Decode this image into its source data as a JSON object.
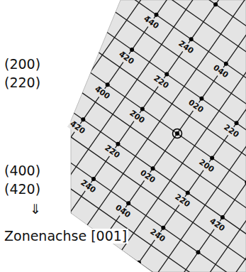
{
  "diagram": {
    "labels": [
      "(200)",
      "(220)",
      "(400)",
      "(420)",
      "⇓",
      "Zonenachse [001]",
      "4̅40",
      "2̅40",
      "040",
      "4̅20",
      "2̅20",
      "020",
      "220",
      "4̅00",
      "2̅00",
      "200",
      "4̅2̅0",
      "2̅2̅0",
      "02̅0",
      "22̅0",
      "42̅0",
      "2̅4̅0",
      "04̅0",
      "24̅0"
    ]
  }
}
